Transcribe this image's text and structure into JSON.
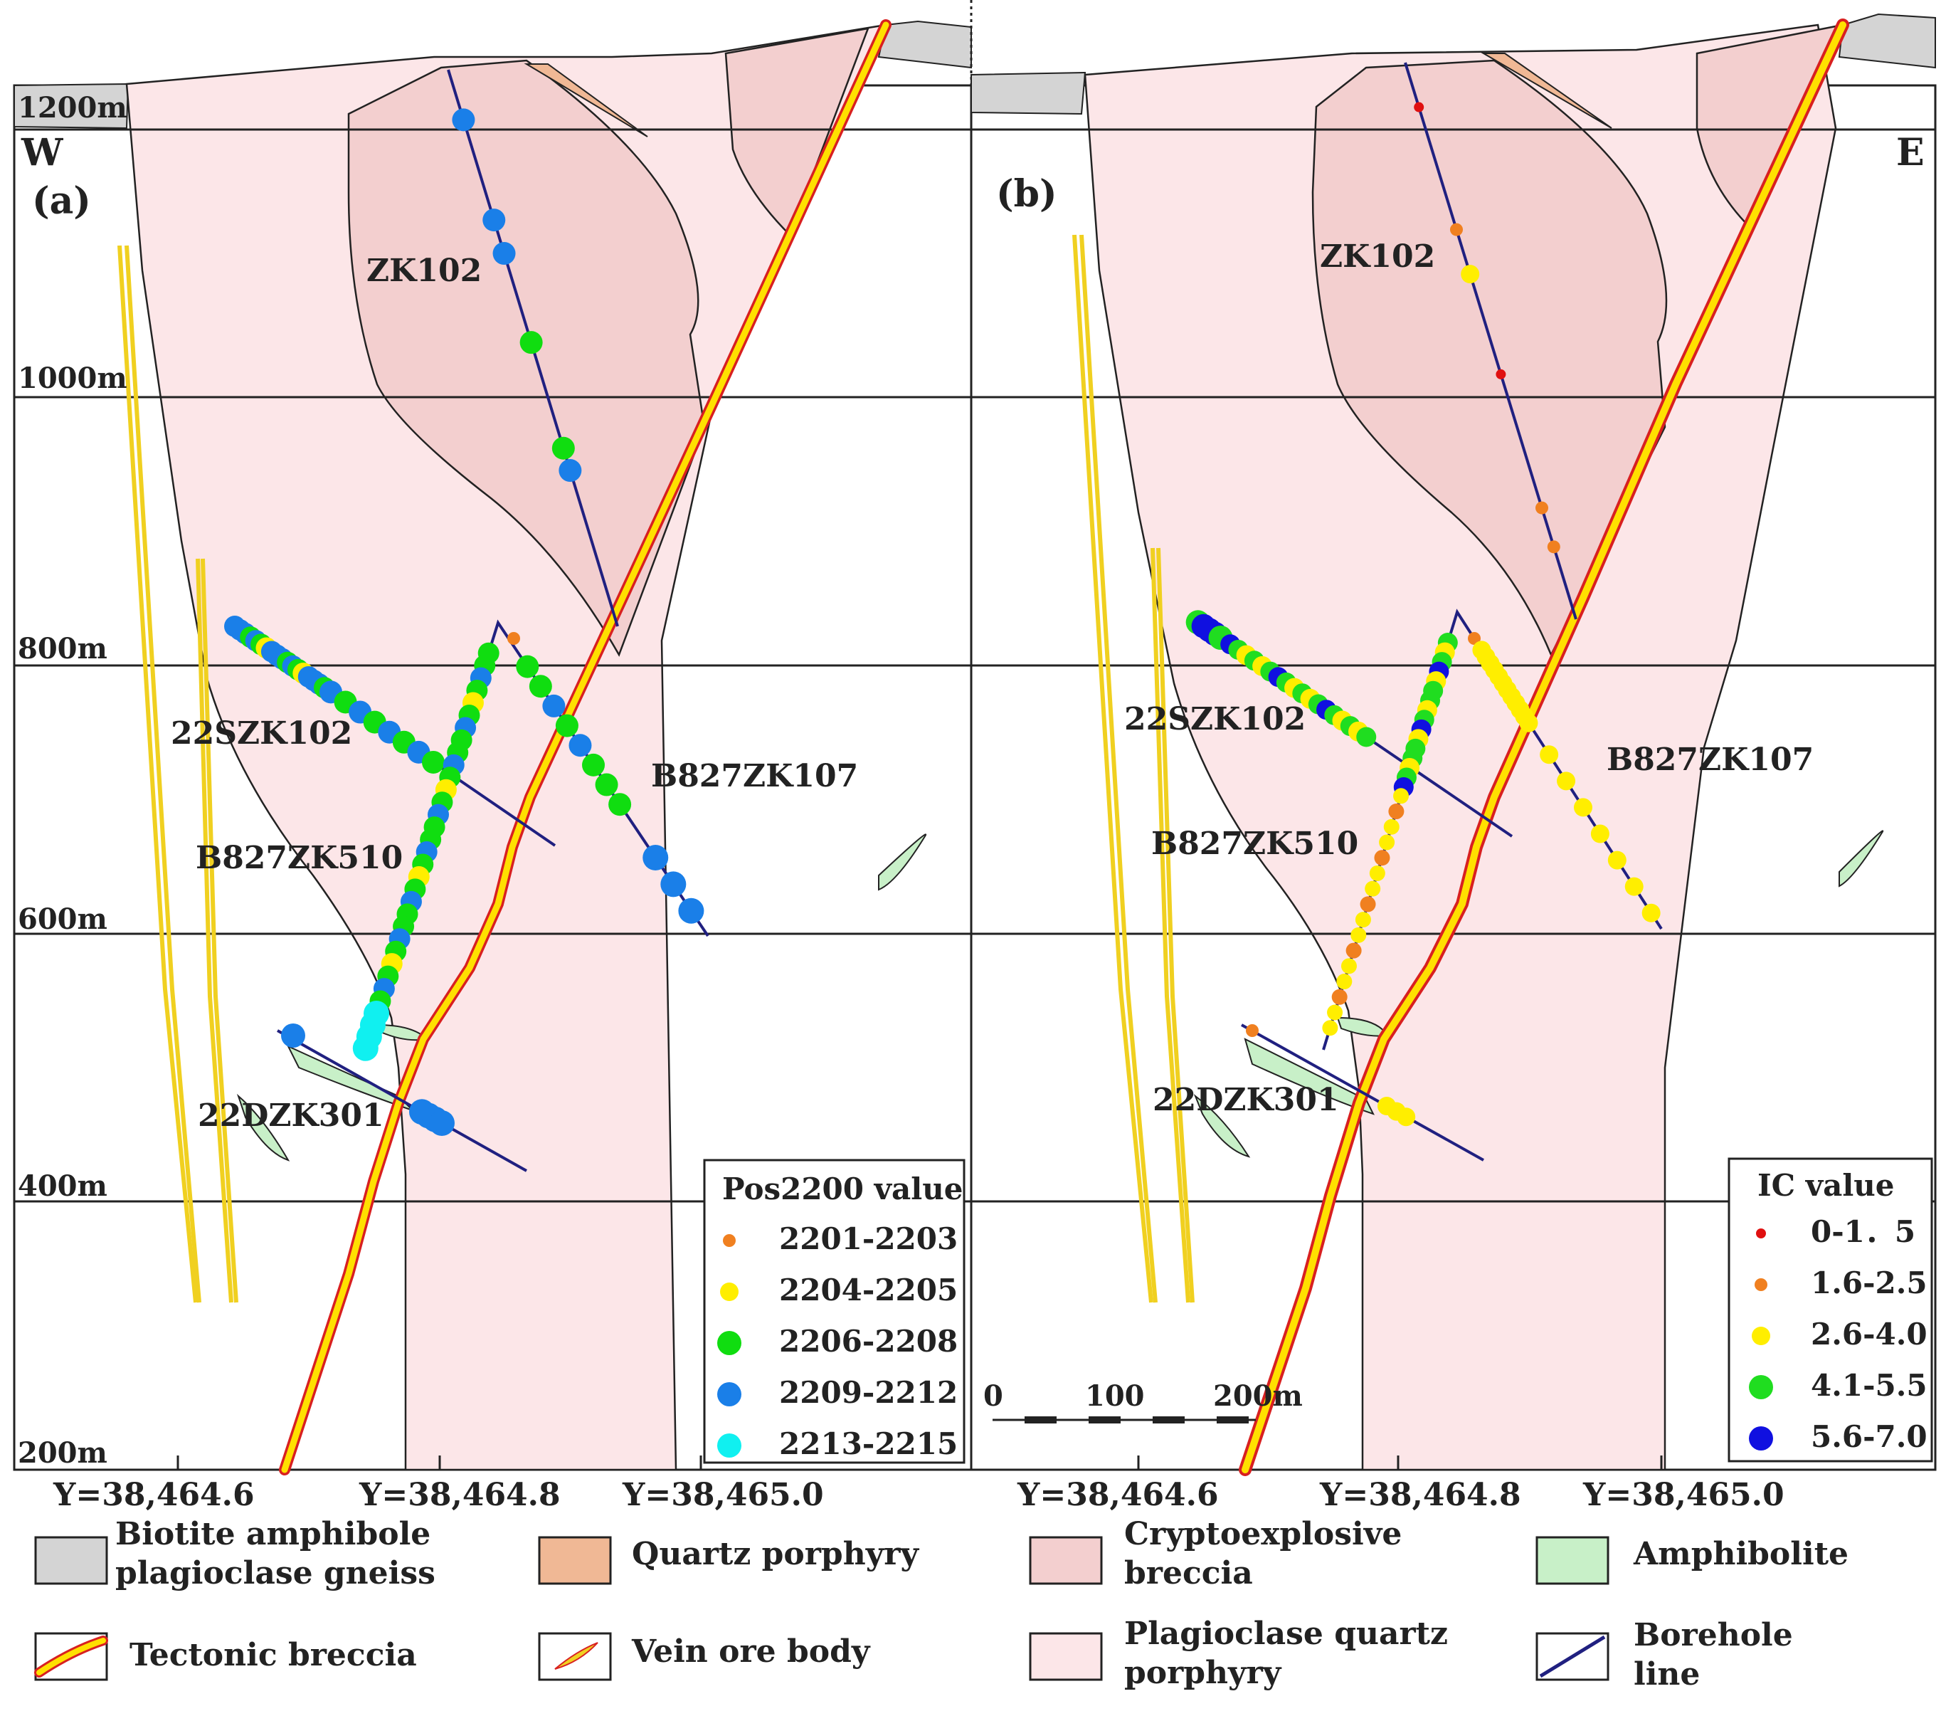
{
  "colors": {
    "gneiss": "#d4d4d4",
    "quartz_porphyry": "#f0b895",
    "breccia_crypto": "#f3cfcf",
    "plag_porphyry": "#fce6e8",
    "amphibolite": "#c8f0c8",
    "tectonic_yellow": "#ffe000",
    "tectonic_red": "#d82020",
    "borehole": "#202080",
    "vein": "#f0d020"
  },
  "panel_a": {
    "label": "(a)",
    "direction": "W",
    "elevations": [
      "1200m",
      "1000m",
      "800m",
      "600m",
      "400m",
      "200m"
    ],
    "coords": [
      "Y=38,464.6",
      "Y=38,464.8",
      "Y=38,465.0"
    ],
    "boreholes": [
      "ZK102",
      "22SZK102",
      "B827ZK510",
      "B827ZK107",
      "22DZK301"
    ],
    "legend": {
      "title": "Pos2200 value",
      "items": [
        {
          "label": "2201-2203",
          "color": "#f08020",
          "size": "small"
        },
        {
          "label": "2204-2205",
          "color": "#ffee00",
          "size": "medium"
        },
        {
          "label": "2206-2208",
          "color": "#10dd10",
          "size": "large"
        },
        {
          "label": "2209-2212",
          "color": "#1a7fe8",
          "size": "large"
        },
        {
          "label": "2213-2215",
          "color": "#10f0f0",
          "size": "large"
        }
      ]
    }
  },
  "panel_b": {
    "label": "(b)",
    "direction": "E",
    "coords": [
      "Y=38,464.6",
      "Y=38,464.8",
      "Y=38,465.0"
    ],
    "boreholes": [
      "ZK102",
      "22SZK102",
      "B827ZK510",
      "B827ZK107",
      "22DZK301"
    ],
    "scale": {
      "ticks": [
        "0",
        "100",
        "200m"
      ]
    },
    "legend": {
      "title": "IC value",
      "items": [
        {
          "label": "0-1．5",
          "color": "#e01010",
          "size": "tiny"
        },
        {
          "label": "1.6-2.5",
          "color": "#f08020",
          "size": "small"
        },
        {
          "label": "2.6-4.0",
          "color": "#ffee00",
          "size": "medium"
        },
        {
          "label": "4.1-5.5",
          "color": "#20dd20",
          "size": "large"
        },
        {
          "label": "5.6-7.0",
          "color": "#1010e0",
          "size": "large"
        }
      ]
    }
  },
  "rock_legend": [
    {
      "id": "gneiss",
      "label_line1": "Biotite amphibole",
      "label_line2": "plagioclase gneiss"
    },
    {
      "id": "quartz_porphyry",
      "label_line1": "Quartz porphyry",
      "label_line2": ""
    },
    {
      "id": "breccia_crypto",
      "label_line1": "Cryptoexplosive",
      "label_line2": "breccia"
    },
    {
      "id": "amphibolite",
      "label_line1": "Amphibolite",
      "label_line2": ""
    },
    {
      "id": "tectonic",
      "label_line1": "Tectonic breccia",
      "label_line2": ""
    },
    {
      "id": "vein",
      "label_line1": "Vein ore body",
      "label_line2": ""
    },
    {
      "id": "plag_porphyry",
      "label_line1": "Plagioclase quartz",
      "label_line2": "porphyry"
    },
    {
      "id": "borehole",
      "label_line1": "Borehole",
      "label_line2": "line"
    }
  ]
}
